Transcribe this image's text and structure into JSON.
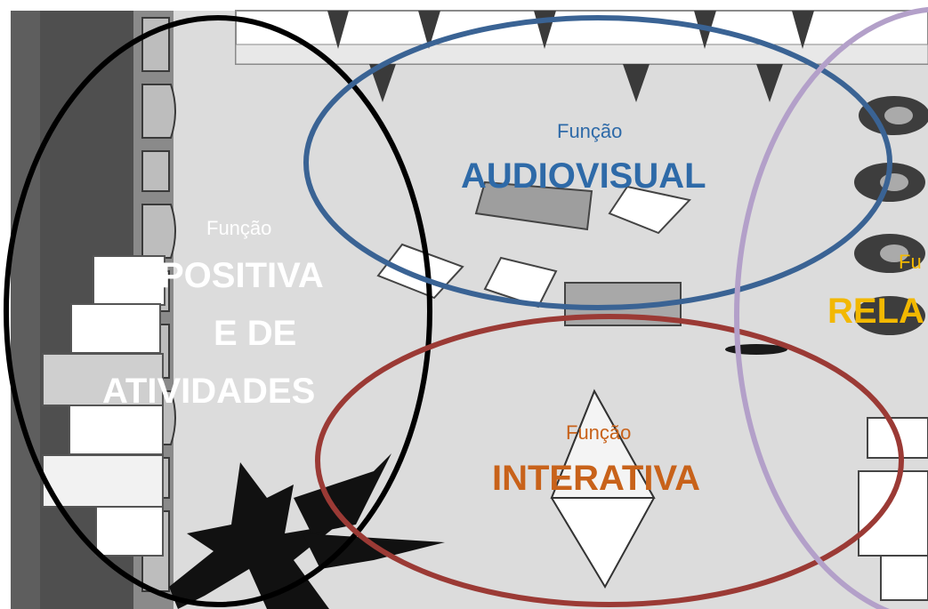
{
  "zones": [
    {
      "id": "expositiva",
      "small": "Função",
      "big_lines": [
        "POSITIVA",
        "E DE",
        "ATIVIDADES"
      ],
      "color": "#ffffff",
      "ring": "#000000"
    },
    {
      "id": "audiovisual",
      "small": "Função",
      "big_lines": [
        "AUDIOVISUAL"
      ],
      "color": "#2e6aa8",
      "ring": "#3a6394"
    },
    {
      "id": "interativa",
      "small": "Função",
      "big_lines": [
        "INTERATIVA"
      ],
      "color": "#c8621a",
      "ring": "#9b3a35"
    },
    {
      "id": "relacional",
      "small": "Fu",
      "big_lines": [
        "RELA"
      ],
      "color": "#f2b800",
      "ring": "#b3a0c9"
    }
  ]
}
